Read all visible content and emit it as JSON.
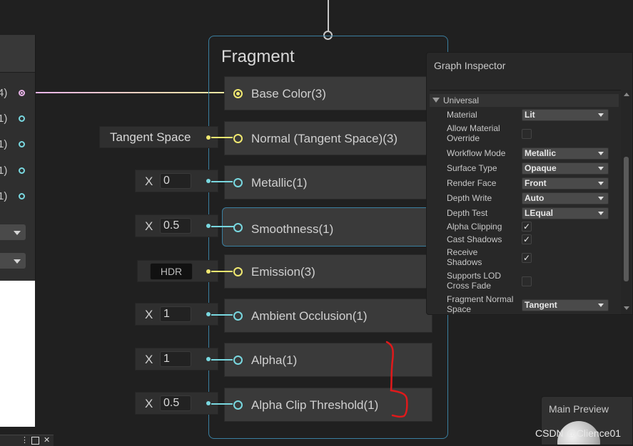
{
  "left_node": {
    "ports": [
      "4)",
      "1)",
      "1)",
      "1)",
      "1)"
    ]
  },
  "fragment": {
    "title": "Fragment",
    "blocks": [
      {
        "label": "Base Color(3)"
      },
      {
        "label": "Normal (Tangent Space)(3)"
      },
      {
        "label": "Metallic(1)"
      },
      {
        "label": "Smoothness(1)"
      },
      {
        "label": "Emission(3)"
      },
      {
        "label": "Ambient Occlusion(1)"
      },
      {
        "label": "Alpha(1)"
      },
      {
        "label": "Alpha Clip Threshold(1)"
      }
    ],
    "inputs": {
      "normal_space": "Tangent Space",
      "metallic": {
        "axis": "X",
        "value": "0"
      },
      "smoothness": {
        "axis": "X",
        "value": "0.5"
      },
      "emission": "HDR",
      "ambient_occlusion": {
        "axis": "X",
        "value": "1"
      },
      "alpha": {
        "axis": "X",
        "value": "1"
      },
      "alpha_clip_threshold": {
        "axis": "X",
        "value": "0.5"
      }
    }
  },
  "inspector": {
    "title": "Graph Inspector",
    "section": "Universal",
    "rows": [
      {
        "label": "Material",
        "type": "dropdown",
        "value": "Lit"
      },
      {
        "label": "Allow Material\nOverride",
        "type": "checkbox",
        "checked": false
      },
      {
        "label": "Workflow Mode",
        "type": "dropdown",
        "value": "Metallic"
      },
      {
        "label": "Surface Type",
        "type": "dropdown",
        "value": "Opaque"
      },
      {
        "label": "Render Face",
        "type": "dropdown",
        "value": "Front"
      },
      {
        "label": "Depth Write",
        "type": "dropdown",
        "value": "Auto"
      },
      {
        "label": "Depth Test",
        "type": "dropdown",
        "value": "LEqual"
      },
      {
        "label": "Alpha Clipping",
        "type": "checkbox",
        "checked": true
      },
      {
        "label": "Cast Shadows",
        "type": "checkbox",
        "checked": true
      },
      {
        "label": "Receive\nShadows",
        "type": "checkbox",
        "checked": true
      },
      {
        "label": "Supports LOD\nCross Fade",
        "type": "checkbox",
        "checked": false
      },
      {
        "label": "Fragment Normal\nSpace",
        "type": "dropdown",
        "value": "Tangent"
      }
    ],
    "check_glyph": "✓"
  },
  "preview": {
    "title": "Main Preview"
  },
  "watermark": "CSDN @Clience01",
  "colors": {
    "annotation_red": "#e0191b",
    "port_cyan": "#79d8e0",
    "port_yellow": "#f0e870",
    "fragment_border": "#3a7fa0"
  }
}
